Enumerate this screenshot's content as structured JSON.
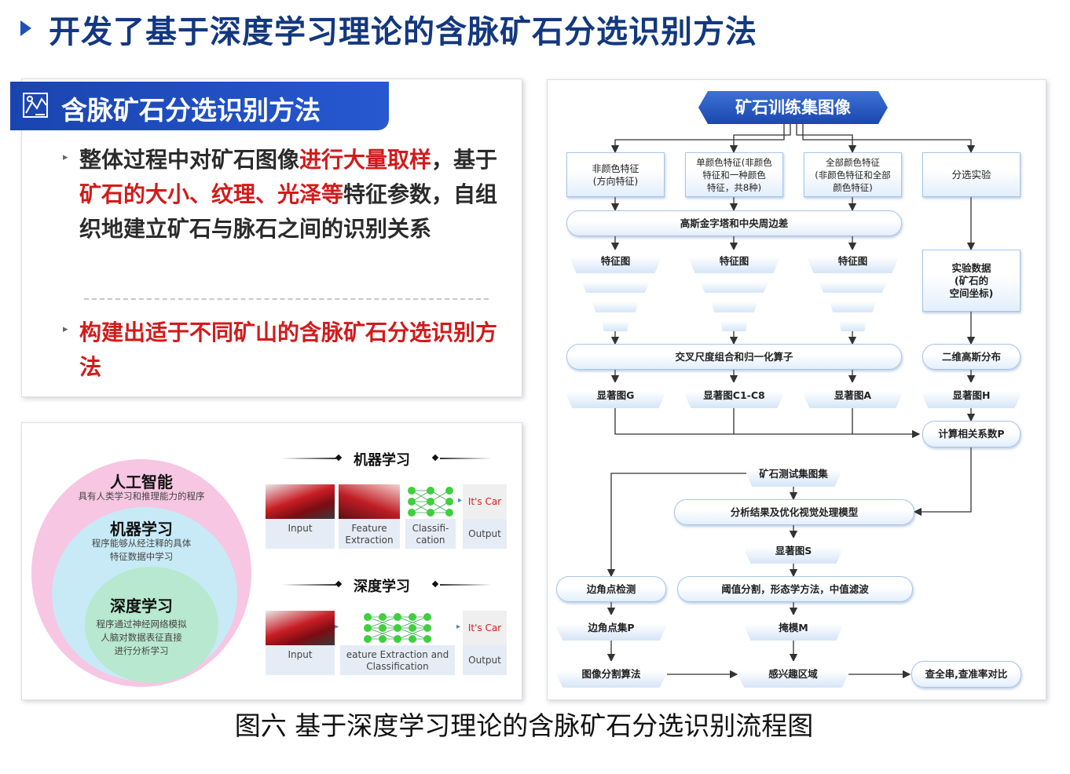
{
  "header": {
    "title": "开发了基于深度学习理论的含脉矿石分选识别方法"
  },
  "card1": {
    "title": "含脉矿石分选识别方法",
    "p1": [
      {
        "text": "整体过程中对矿石图像",
        "red": false
      },
      {
        "text": "进行大量取样",
        "red": true
      },
      {
        "text": "，基于",
        "red": false
      },
      {
        "text": "矿石的大小、纹理、光泽等",
        "red": true
      },
      {
        "text": "特征参数，自组织地建立矿石与脉石之间的识别关系",
        "red": false
      }
    ],
    "p2": "构建出适于不同矿山的含脉矿石分选识别方法"
  },
  "venn": {
    "ai_title": "人工智能",
    "ai_sub": "具有人类学习和推理能力的程序",
    "ml_title": "机器学习",
    "ml_sub": [
      "程序能够从经注释的具体",
      "特征数据中学习"
    ],
    "dl_title": "深度学习",
    "dl_sub": [
      "程序通过神经网络模拟",
      "人脑对数据表征直接",
      "进行分析学习"
    ]
  },
  "ml_panel": {
    "title": "机器学习",
    "labels": [
      "Input",
      "Feature\nExtraction",
      "Classifi-\ncation",
      "Output"
    ],
    "result": "It's Car"
  },
  "dl_panel": {
    "title": "深度学习",
    "labels": [
      "Input",
      "eature Extraction and\nClassification",
      "Output"
    ],
    "result": "It's Car"
  },
  "flow": {
    "train": "矿石训练集图像",
    "f1": "非颜色特征\n(方向特征)",
    "f2": "单颜色特征(非颜色\n特征和一种颜色\n特征，共8种)",
    "f3": "全部颜色特征\n(非颜色特征和全部\n颜色特征)",
    "f4": "分选实验",
    "gauss": "高斯金字塔和中央周边差",
    "fm": "特征图",
    "exp": "实验数据\n(矿石的\n空间坐标)",
    "cross": "交叉尺度组合和归一化算子",
    "g2d": "二维高斯分布",
    "sG": "显著图G",
    "sC": "显著图C1-C8",
    "sA": "显著图A",
    "sH": "显著图H",
    "corr": "计算相关系数P",
    "test": "矿石测试集图集",
    "analysis": "分析结果及优化视觉处理模型",
    "sS": "显著图S",
    "corner": "边角点检测",
    "thresh": "阈值分割，形态学方法，中值滤波",
    "cornerset": "边角点集P",
    "mask": "掩模M",
    "seg": "图像分割算法",
    "roi": "感兴趣区域",
    "compare": "查全串,查准率对比"
  },
  "caption": "图六  基于深度学习理论的含脉矿石分选识别流程图"
}
